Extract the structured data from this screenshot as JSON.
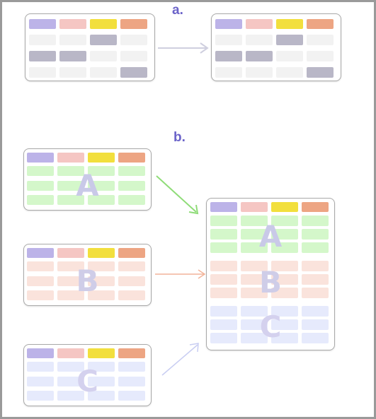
{
  "labels": {
    "a": "a.",
    "b": "b."
  },
  "header_colors": [
    "#bcb3e8",
    "#f5c6c3",
    "#f2df3d",
    "#eda583"
  ],
  "body_colors": {
    "plain": "#f2f2f2",
    "selected": "#b9b7c7",
    "A": "#d4f7ca",
    "B": "#fae3dc",
    "C": "#e6eafc"
  },
  "letter_colors": {
    "A": "#c9c9e8",
    "B": "#cfcde8",
    "C": "#d4d1ee"
  },
  "groups": {
    "A": "A",
    "B": "B",
    "C": "C"
  },
  "arrow_colors": {
    "a": "#cfcfdf",
    "A": "#8fdc78",
    "B": "#f2b49a",
    "C": "#c8cdf2"
  }
}
